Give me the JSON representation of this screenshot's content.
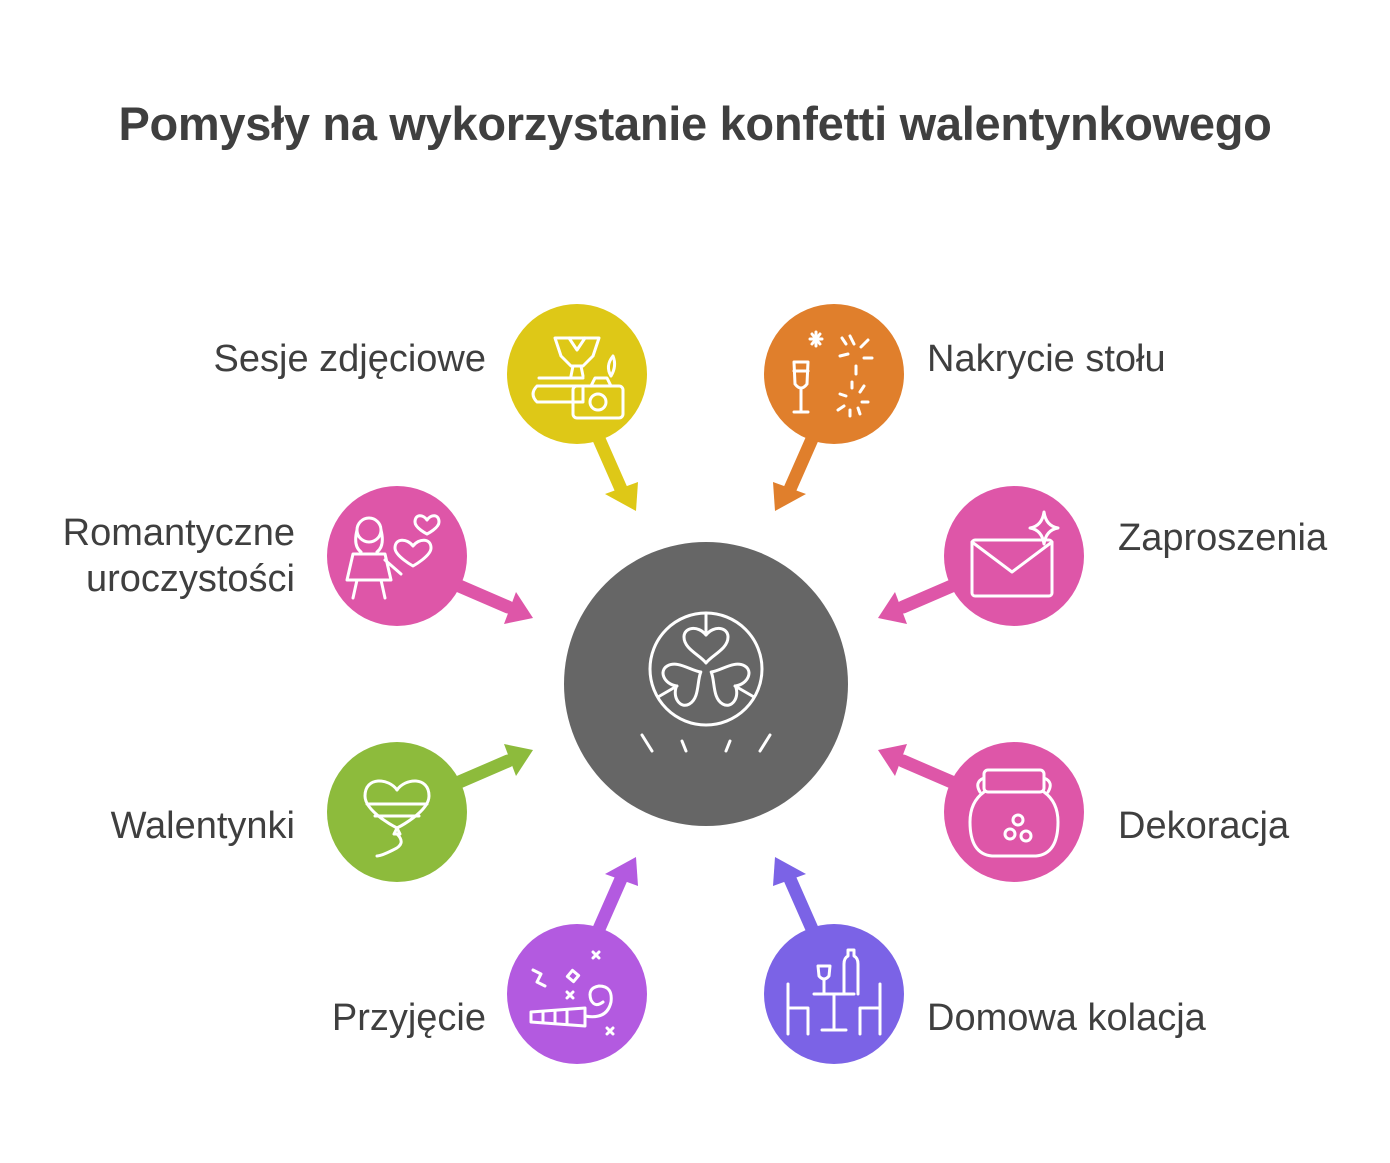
{
  "title": "Pomysły na wykorzystanie konfetti walentynkowego",
  "center": {
    "icon": "confetti-ball-hearts-icon",
    "color": "#666666"
  },
  "items": [
    {
      "label": "Sesje zdjęciowe",
      "icon": "camera-photoshoot-icon",
      "color": "#DEC817"
    },
    {
      "label": "Nakrycie stołu",
      "icon": "champagne-fireworks-icon",
      "color": "#E07F2C"
    },
    {
      "label": "Romantyczne uroczystości",
      "icon": "woman-hearts-icon",
      "color": "#DE56A8"
    },
    {
      "label": "Zaproszenia",
      "icon": "envelope-sparkle-icon",
      "color": "#DE56A8"
    },
    {
      "label": "Walentynki",
      "icon": "heart-balloon-icon",
      "color": "#8DBB3C"
    },
    {
      "label": "Dekoracja",
      "icon": "jar-icon",
      "color": "#DE56A8"
    },
    {
      "label": "Przyjęcie",
      "icon": "party-horn-icon",
      "color": "#B35AE0"
    },
    {
      "label": "Domowa kolacja",
      "icon": "dinner-table-icon",
      "color": "#7B63E6"
    }
  ]
}
